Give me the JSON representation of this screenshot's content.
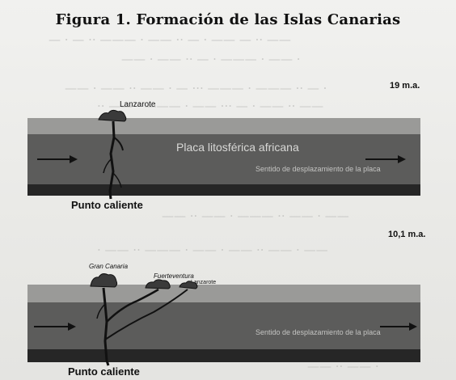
{
  "figure": {
    "title": "Figura 1. Formación de las Islas Canarias"
  },
  "panel_top": {
    "age": "19 m.a.",
    "island": "Lanzarote",
    "plate_label": "Placa litosférica africana",
    "direction_label": "Sentido de desplazamiento de la placa",
    "hotspot_label": "Punto caliente"
  },
  "panel_bottom": {
    "age": "10,1 m.a.",
    "islands": [
      "Gran Canaria",
      "Fuerteventura",
      "Lanzarote"
    ],
    "direction_label": "Sentido de desplazamiento de la placa",
    "hotspot_label": "Punto caliente"
  },
  "colors": {
    "ocean": "#9a9a98",
    "plate": "#5c5c5b",
    "mantle": "#262626"
  }
}
